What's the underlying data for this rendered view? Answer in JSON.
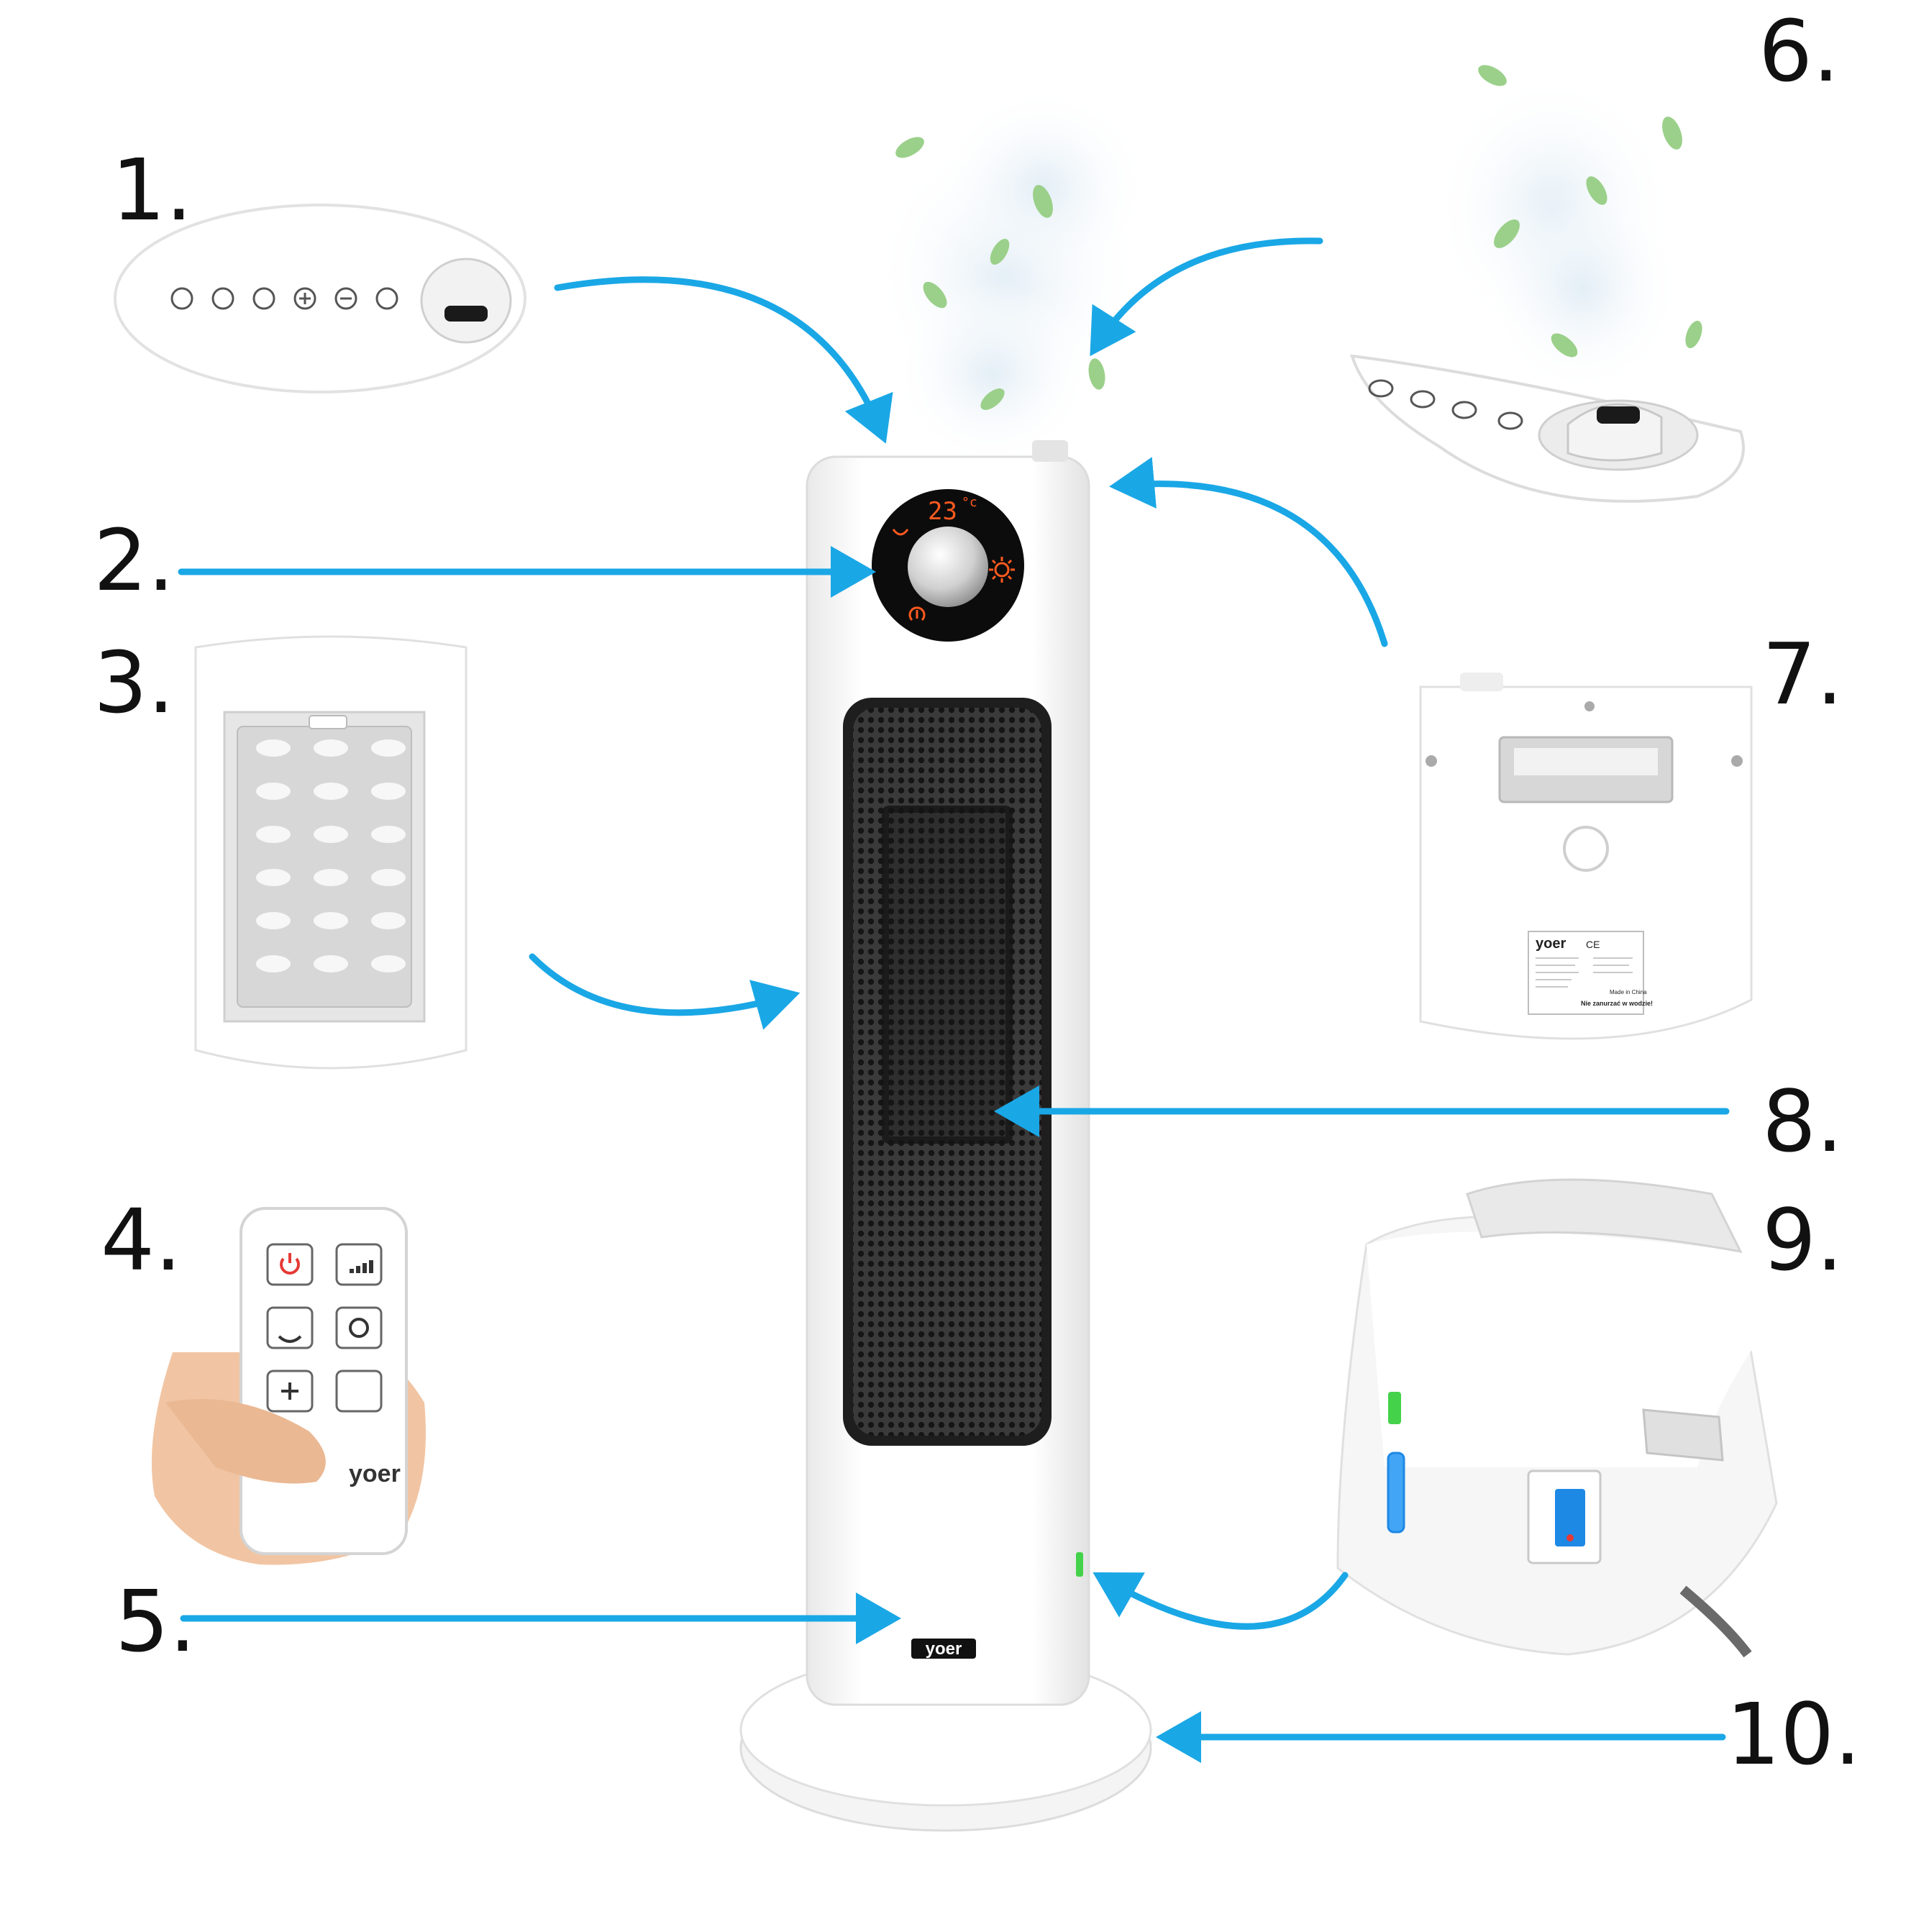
{
  "callouts": [
    {
      "id": "1",
      "label": "1."
    },
    {
      "id": "2",
      "label": "2."
    },
    {
      "id": "3",
      "label": "3."
    },
    {
      "id": "4",
      "label": "4."
    },
    {
      "id": "5",
      "label": "5."
    },
    {
      "id": "6",
      "label": "6."
    },
    {
      "id": "7",
      "label": "7."
    },
    {
      "id": "8",
      "label": "8."
    },
    {
      "id": "9",
      "label": "9."
    },
    {
      "id": "10",
      "label": "10."
    }
  ],
  "brand": "yoer",
  "display": {
    "temperature": "23",
    "unit": "°c"
  },
  "rating_plate": {
    "certifications": "CE",
    "warning": "Nie zanurzać w wodzie!",
    "made_in": "Made in China"
  },
  "colors": {
    "arrow": "#1aa7e6",
    "heater_body": "#ffffff",
    "grille": "#2a2a2a",
    "display_accent": "#ff5a1f",
    "power_button": "#e53935",
    "switch": "#1e88e5",
    "indicator": "#43d24a"
  },
  "icons": [
    "power-icon",
    "fan-speed-icon",
    "gear-icon",
    "plus-icon",
    "minus-icon",
    "oscillation-icon",
    "sun-icon",
    "leaf-icon"
  ]
}
